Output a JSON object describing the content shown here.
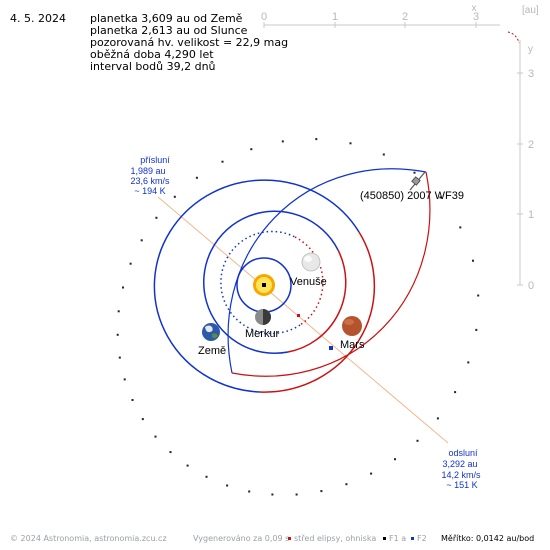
{
  "header": {
    "date": "4. 5. 2024",
    "lines": [
      "planetka 3,609 au od Země",
      "planetka 2,613 au od Slunce",
      "pozorovaná hv. velikost = 22,9 mag",
      "oběžná doba 4,290 let",
      "interval bodů 39,2 dnů"
    ]
  },
  "axes": {
    "x_ticks": [
      "0",
      "1",
      "2",
      "3"
    ],
    "x_label": "x",
    "y_ticks": [
      "0",
      "1",
      "2",
      "3"
    ],
    "y_label": "y",
    "unit": "[au]"
  },
  "asteroid": {
    "label": "(450850) 2007 WF39"
  },
  "planets": {
    "venus": "Venuše",
    "mercury": "Merkur",
    "earth": "Země",
    "mars": "Mars"
  },
  "perihelion": {
    "lines": [
      "přísluní",
      "1,989 au",
      "23,6 km/s",
      "~ 194 K"
    ]
  },
  "aphelion": {
    "lines": [
      "odsluní",
      "3,292 au",
      "14,2 km/s",
      "~ 151 K"
    ]
  },
  "footer": {
    "copyright": "© 2024 Astronomia, astronomia.zcu.cz",
    "generated": "Vygenerováno za 0,09 s",
    "legend_center": "střed elipsy, ohniska",
    "legend_f1": "F1 a",
    "legend_f2": "F2",
    "scale": "Měřítko: 0,0142 au/bod"
  },
  "colors": {
    "red": "#cc1111",
    "blue": "#1133cc",
    "axis": "#c8c8c8",
    "apsis_line": "#f0b890"
  }
}
